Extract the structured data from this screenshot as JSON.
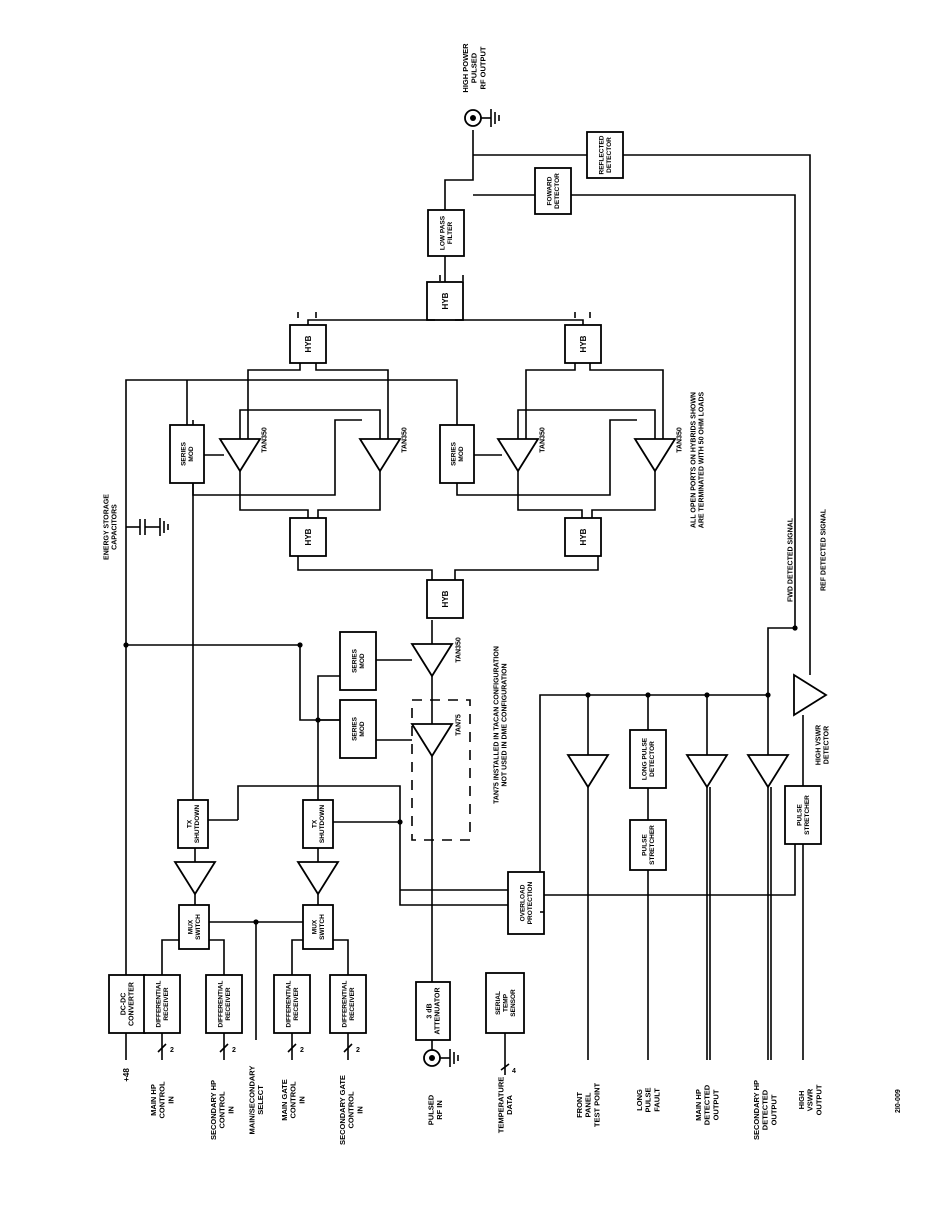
{
  "diagram": {
    "figure_id": "2I0-009",
    "blocks": {
      "dcdc": [
        "DC-DC",
        "CONVERTER"
      ],
      "diff_main_hp": [
        "DIFFERENTIAL",
        "RECEIVER"
      ],
      "diff_sec_hp": [
        "DIFFERENTIAL",
        "RECEIVER"
      ],
      "diff_main_gate": [
        "DIFFERENTIAL",
        "RECEIVER"
      ],
      "diff_sec_gate": [
        "DIFFERENTIAL",
        "RECEIVER"
      ],
      "mux1": [
        "MUX",
        "SWITCH"
      ],
      "mux2": [
        "MUX",
        "SWITCH"
      ],
      "tx1": [
        "TX",
        "SHUTDOWN"
      ],
      "tx2": [
        "TX",
        "SHUTDOWN"
      ],
      "atten": [
        "3 dB",
        "ATTENUATOR"
      ],
      "temp_sensor": [
        "SERIAL",
        "TEMP",
        "SENSOR"
      ],
      "series_mod_a": [
        "SERIES",
        "MOD"
      ],
      "series_mod_b": [
        "SERIES",
        "MOD"
      ],
      "series_mod_c": [
        "SERIES",
        "MOD"
      ],
      "series_mod_d": [
        "SERIES",
        "MOD"
      ],
      "overload": [
        "OVERLOAD",
        "PROTECTION"
      ],
      "long_pulse": [
        "LONG PULSE",
        "DETECTOR"
      ],
      "stretcher1": [
        "PULSE",
        "STRETCHER"
      ],
      "stretcher2": [
        "PULSE",
        "STRETCHER"
      ],
      "lpf": [
        "LOW PASS",
        "FILTER"
      ],
      "fwd_det": [
        "FOWARD",
        "DETECTOR"
      ],
      "refl_det": [
        "REFLECTED",
        "DETECTOR"
      ],
      "hyb": "HYB"
    },
    "amplifier_labels": {
      "tan75": "TAN75",
      "tan350": "TAN350"
    },
    "inputs": {
      "plus48": "+48",
      "main_hp": [
        "MAIN HP",
        "CONTROL",
        "IN"
      ],
      "secondary_hp": [
        "SECONDARY HP",
        "CONTROL",
        "IN"
      ],
      "main_secondary": [
        "MAIN/SECONDARY",
        "SELECT"
      ],
      "main_gate": [
        "MAIN GATE",
        "CONTROL",
        "IN"
      ],
      "secondary_gate": [
        "SECONDARY GATE",
        "CONTROL",
        "IN"
      ],
      "pulsed_rf": [
        "PULSED",
        "RF IN"
      ],
      "temperature": [
        "TEMPERATURE",
        "DATA"
      ]
    },
    "outputs": {
      "front_panel": [
        "FRONT",
        "PANEL",
        "TEST POINT"
      ],
      "long_pulse_fault": [
        "LONG",
        "PULSE",
        "FAULT"
      ],
      "main_hp_det": [
        "MAIN HP",
        "DETECTED",
        "OUTPUT"
      ],
      "sec_hp_det": [
        "SECONDARY HP",
        "DETECTED",
        "OUTPUT"
      ],
      "high_vswr": [
        "HIGH",
        "VSWR",
        "OUTPUT"
      ],
      "high_power": [
        "HIGH POWER",
        "PULSED",
        "RF OUTPUT"
      ]
    },
    "annotations": {
      "energy_storage": [
        "ENERGY STORAGE",
        "CAPACITORS"
      ],
      "tan75_note": [
        "TAN75 INSTALLED IN TACAN CONFIGURATION",
        "NOT USED IN DME CONFIGURATION"
      ],
      "open_ports_note": [
        "ALL OPEN PORTS ON HYBRIDS SHOWN",
        "ARE TERMINATED WITH 50 OHM LOADS"
      ],
      "fwd_signal": "FWD DETECTED SIGNAL",
      "ref_signal": "REF DETECTED SIGNAL",
      "high_vswr_detector": [
        "HIGH VSWR",
        "DETECTOR"
      ],
      "bus_width": "2",
      "temp_bus_width": "4"
    }
  }
}
